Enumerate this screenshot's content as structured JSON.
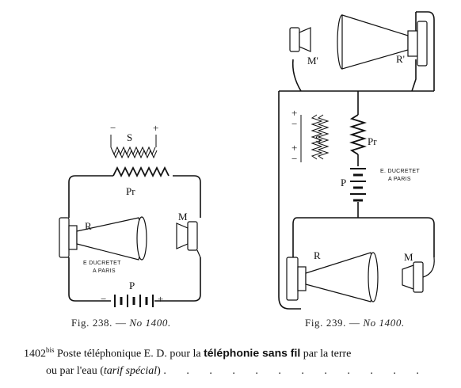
{
  "fig238": {
    "caption_prefix": "Fig. 238.",
    "caption_dash": "—",
    "caption_number": "No 1400.",
    "labels": {
      "S": "S",
      "Pr": "Pr",
      "R": "R",
      "M": "M",
      "P": "P",
      "minus_top": "−",
      "plus_top": "+",
      "minus_batt": "−",
      "plus_batt": "+"
    },
    "maker_line1": "E DUCRETET",
    "maker_line2": "A PARIS"
  },
  "fig239": {
    "caption_prefix": "Fig. 239.",
    "caption_dash": "—",
    "caption_number": "No 1400.",
    "labels": {
      "M_prime": "M'",
      "R_prime": "R'",
      "S": "S",
      "Pr": "Pr",
      "P": "P",
      "R": "R",
      "M": "M",
      "plus_1": "+",
      "minus_1": "−",
      "plus_2": "+",
      "minus_2": "−"
    },
    "maker_line1": "E. DUCRETET",
    "maker_line2": "A PARIS"
  },
  "entry": {
    "number": "1402",
    "superscript": "bis",
    "text_a": "Poste téléphonique E. D. pour la",
    "bold": "téléphonie sans fil",
    "text_b": "par la terre",
    "line2_a": "ou par l'eau (",
    "tarif": "tarif spécial",
    "line2_b": ")",
    "dots": ". . . . . . . . . . . ."
  }
}
